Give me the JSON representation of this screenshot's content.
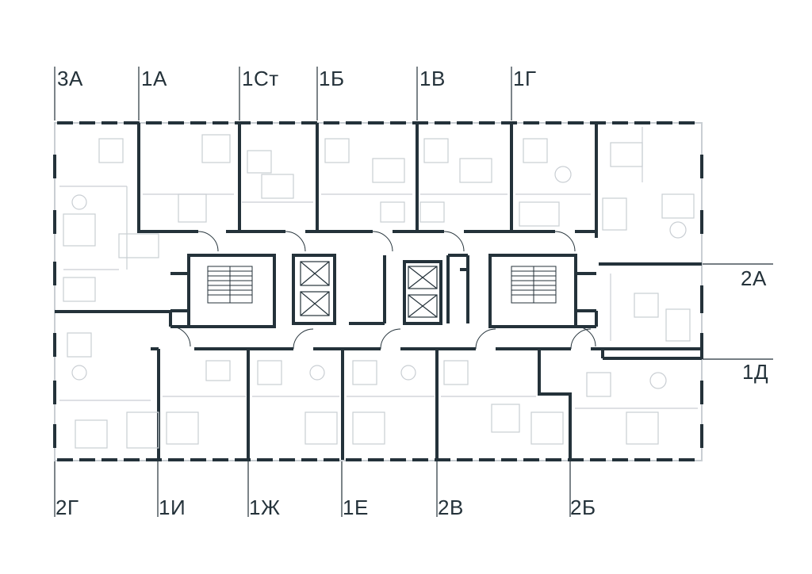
{
  "colors": {
    "wall": "#24323a",
    "furniture": "#c9ced3",
    "background": "#ffffff"
  },
  "labels": {
    "top": [
      "3А",
      "1А",
      "1Ст",
      "1Б",
      "1В",
      "1Г"
    ],
    "right": [
      "2А",
      "1Д"
    ],
    "bottom": [
      "2Г",
      "1И",
      "1Ж",
      "1Е",
      "2В",
      "2Б"
    ]
  }
}
